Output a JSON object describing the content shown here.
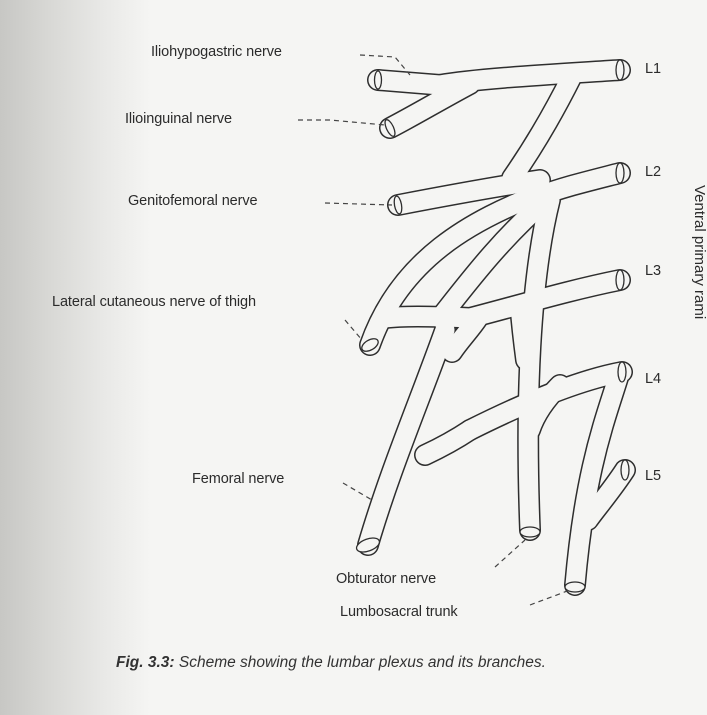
{
  "labels": {
    "iliohypogastric": "Iliohypogastric nerve",
    "ilioinguinal": "Ilioinguinal nerve",
    "genitofemoral": "Genitofemoral nerve",
    "lateral_cutaneous": "Lateral cutaneous nerve of thigh",
    "femoral": "Femoral nerve",
    "obturator": "Obturator nerve",
    "lumbosacral": "Lumbosacral trunk"
  },
  "roots": [
    "L1",
    "L2",
    "L3",
    "L4",
    "L5"
  ],
  "side_label": "Ventral primary rami",
  "caption": {
    "fig": "Fig. 3.3:",
    "text": "Scheme showing the lumbar plexus and its branches."
  },
  "colors": {
    "background": "#f5f5f3",
    "ink": "#2e2e2e"
  }
}
